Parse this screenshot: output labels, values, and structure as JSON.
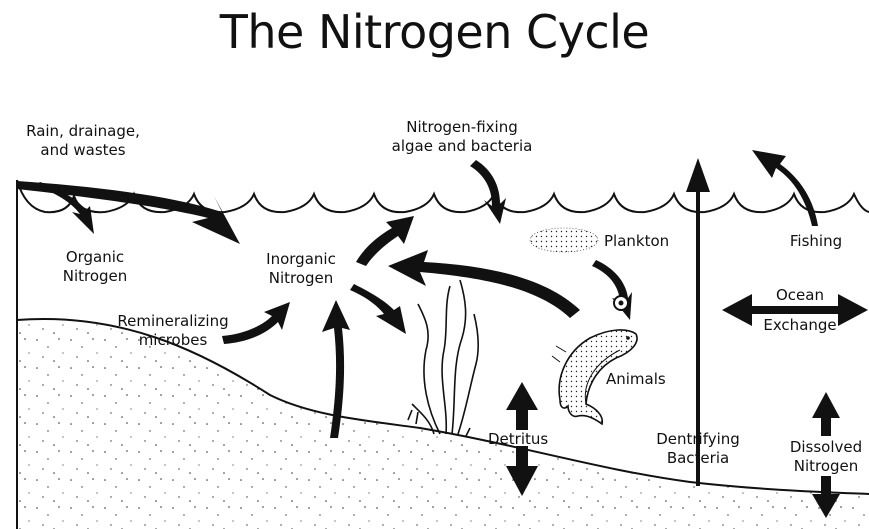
{
  "title": "The Nitrogen Cycle",
  "labels": {
    "rain_line1": "Rain, drainage,",
    "rain_line2": "and wastes",
    "fixing_line1": "Nitrogen-fixing",
    "fixing_line2": "algae and bacteria",
    "organic_line1": "Organic",
    "organic_line2": "Nitrogen",
    "inorganic_line1": "Inorganic",
    "inorganic_line2": "Nitrogen",
    "plankton": "Plankton",
    "fishing": "Fishing",
    "remin_line1": "Remineralizing",
    "remin_line2": "microbes",
    "ocean": "Ocean",
    "exchange": "Exchange",
    "animals": "Animals",
    "detritus": "Detritus",
    "dentrifying_line1": "Dentrifying",
    "dentrifying_line2": "Bacteria",
    "dissolved_line1": "Dissolved",
    "dissolved_line2": "Nitrogen"
  },
  "colors": {
    "ink": "#111111",
    "background": "#ffffff"
  },
  "icons": [
    "arrow",
    "fish-icon",
    "plankton-cluster",
    "seaweed-plant"
  ]
}
